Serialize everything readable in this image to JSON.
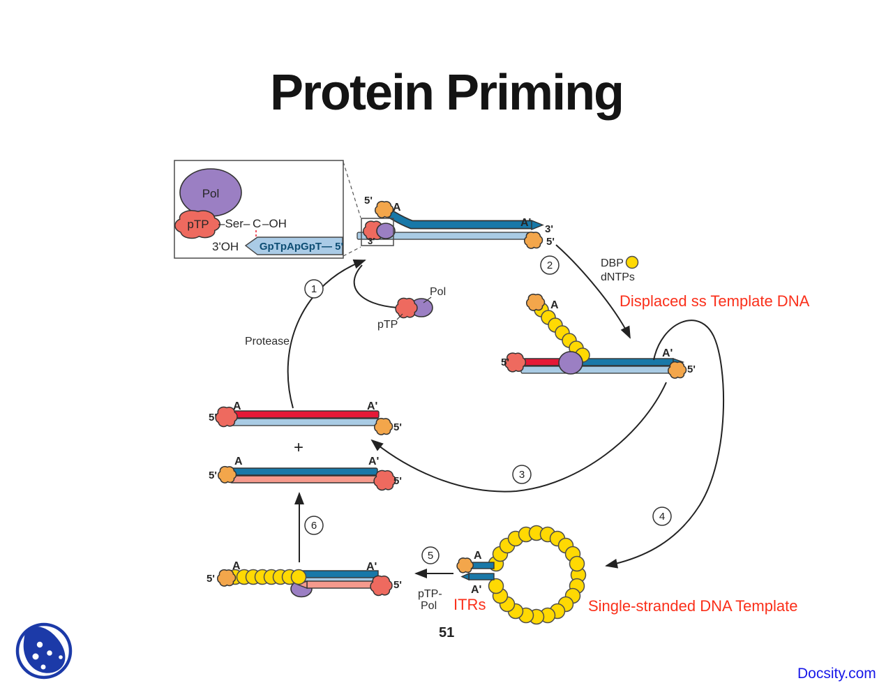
{
  "slide": {
    "title": "Protein Priming",
    "page_number": "51",
    "watermark": "Docsity.com"
  },
  "inset": {
    "pol": "Pol",
    "ptp": "pTP",
    "ser": "–Ser–",
    "c": "C",
    "oh": "–OH",
    "three_oh": "3'OH",
    "sequence": "GpTpApGpT— 5'"
  },
  "top_structure": {
    "five_left": "5'",
    "a": "A",
    "a_prime": "A'",
    "three_right": "3'",
    "five_right": "5'",
    "three_box": "3'"
  },
  "free_complex": {
    "pol": "Pol",
    "ptp": "pTP"
  },
  "steps": {
    "s1": "1",
    "s2": "2",
    "s3": "3",
    "s4": "4",
    "s5": "5",
    "s6": "6"
  },
  "annotations": {
    "protease": "Protease",
    "dbp": "DBP",
    "dntps": "dNTPs",
    "displaced": "Displaced ss Template DNA",
    "itrs": "ITRs",
    "ss_template": "Single-stranded DNA Template",
    "ptp_pol_line1": "pTP-",
    "ptp_pol_line2": "Pol",
    "plus": "+"
  },
  "mid_structure": {
    "a": "A",
    "five_left": "5'",
    "a_prime": "A'",
    "five_right": "5'"
  },
  "red_duplex": {
    "a": "A",
    "a_prime": "A'",
    "five_left": "5'",
    "five_right": "5'"
  },
  "pink_duplex": {
    "a": "A",
    "a_prime": "A'",
    "five_left": "5'",
    "five_right": "5'"
  },
  "bottom_structure": {
    "a": "A",
    "a_prime": "A'",
    "five_left": "5'",
    "five_right": "5'"
  },
  "panhandle": {
    "a": "A",
    "a_prime": "A'"
  },
  "colors": {
    "pol_purple": "#9b7fc3",
    "ptp_red": "#ee6a5f",
    "tp_orange": "#f3a64b",
    "dbp_yellow": "#ffd903",
    "dark_strand": "#1878a8",
    "light_strand": "#a9cbe4",
    "red_strand": "#e51937",
    "pink_strand": "#f59a8d",
    "annotation_red": "#fa2f1a",
    "docsity_blue": "#1717e8",
    "logo_blue": "#1c3aa8"
  }
}
